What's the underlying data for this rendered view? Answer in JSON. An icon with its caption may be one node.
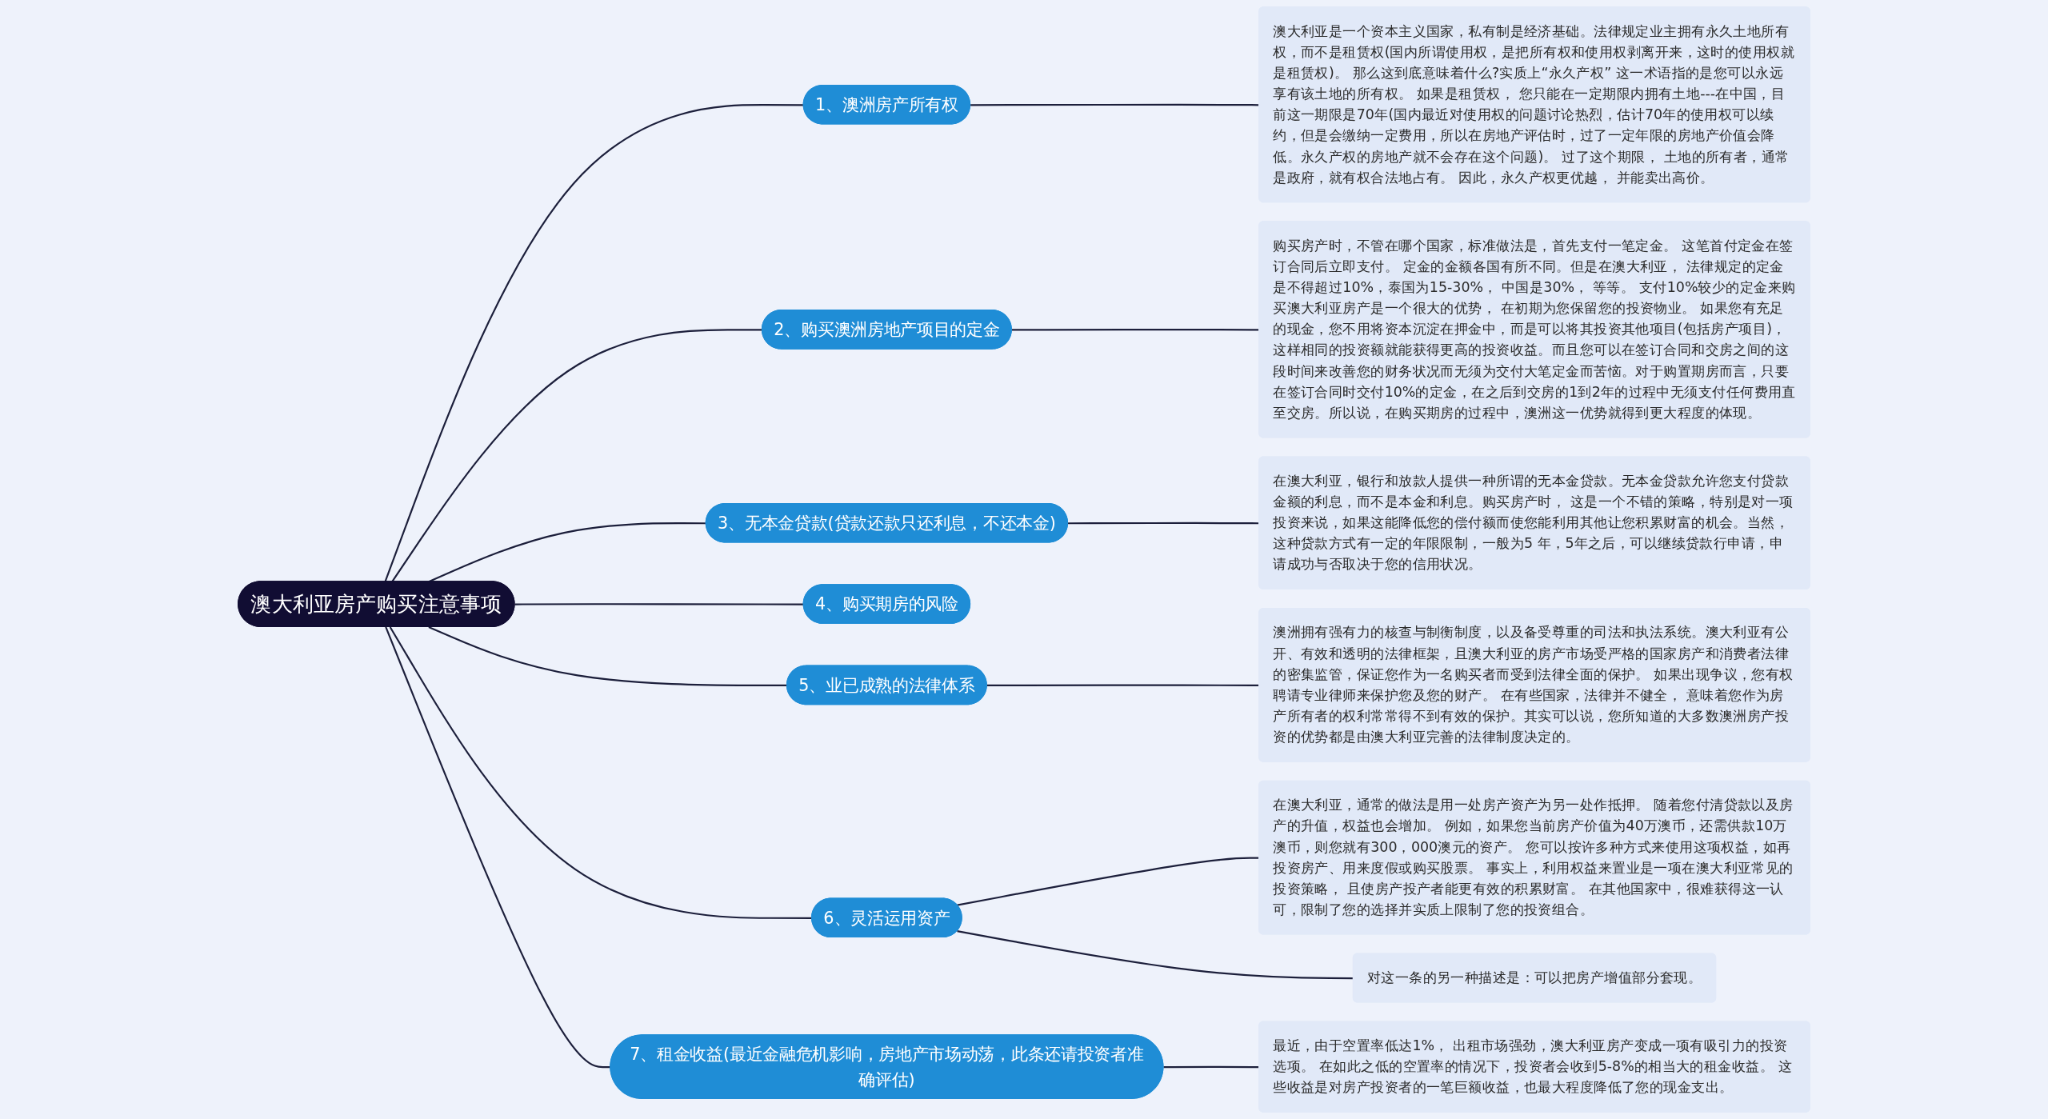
{
  "diagram": {
    "nodes": [
      {
        "text": [
          "澳大利亚房产购买注意事项"
        ]
      },
      {
        "text": [
          "1、澳洲房产所有权"
        ]
      },
      {
        "text": [
          "澳大利亚是一个资本主义国家，私有制是经济基础。法律规定业主拥有永久土地所有权，而不是租赁权(国内所谓使用权，是把所有权和使用权剥离开来，这时的使用权就是租赁权)。 那么这到底意味着什么?实质上“永久产权” 这一术语指的是您可以永远享有该土地的所有权。 如果是租赁权， 您只能在一定期限内拥有土地---在中国，目前这一期限是70年(国内最近对使用权的问题讨论热烈，估计70年的使用权可以续约，但是会缴纳一定费用，所以在房地产评估时，过了一定年限的房地产价值会降低。永久产权的房地产就不会存在这个问题)。 过了这个期限， 土地的所有者，通常是政府，就有权合法地占有。 因此，永久产权更优越， 并能卖出高价。"
        ]
      },
      {
        "text": [
          "2、购买澳洲房地产项目的定金"
        ]
      },
      {
        "text": [
          "购买房产时，不管在哪个国家，标准做法是，首先支付一笔定金。 这笔首付定金在签订合同后立即支付。 定金的金额各国有所不同。但是在澳大利亚， 法律规定的定金是不得超过10%，泰国为15-30%， 中国是30%， 等等。 支付10%较少的定金来购买澳大利亚房产是一个很大的优势， 在初期为您保留您的投资物业。 如果您有充足的现金，您不用将资本沉淀在押金中，而是可以将其投资其他项目(包括房产项目)，这样相同的投资额就能获得更高的投资收益。而且您可以在签订合同和交房之间的这段时间来改善您的财务状况而无须为交付大笔定金而苦恼。对于购置期房而言，只要在签订合同时交付10%的定金，在之后到交房的1到2年的过程中无须支付任何费用直至交房。所以说，在购买期房的过程中，澳洲这一优势就得到更大程度的体现。"
        ]
      },
      {
        "text": [
          "3、无本金贷款(贷款还款只还利息，不还本金)"
        ]
      },
      {
        "text": [
          "在澳大利亚，银行和放款人提供一种所谓的无本金贷款。无本金贷款允许您支付贷款金额的利息，而不是本金和利息。购买房产时， 这是一个不错的策略，特别是对一项投资来说，如果这能降低您的偿付额而使您能利用其他让您积累财富的机会。当然，这种贷款方式有一定的年限限制，一般为5 年，5年之后，可以继续贷款行申请，申请成功与否取决于您的信用状况。"
        ]
      },
      {
        "text": [
          "4、购买期房的风险"
        ]
      },
      {
        "text": [
          "5、业已成熟的法律体系"
        ]
      },
      {
        "text": [
          "澳洲拥有强有力的核查与制衡制度，以及备受尊重的司法和执法系统。澳大利亚有公开、有效和透明的法律框架，且澳大利亚的房产市场受严格的国家房产和消费者法律的密集监管，保证您作为一名购买者而受到法律全面的保护。 如果出现争议，您有权聘请专业律师来保护您及您的财产。 在有些国家，法律并不健全， 意味着您作为房产所有者的权利常常得不到有效的保护。其实可以说，您所知道的大多数澳洲房产投资的优势都是由澳大利亚完善的法律制度决定的。"
        ]
      },
      {
        "text": [
          "6、灵活运用资产"
        ]
      },
      {
        "text": [
          "在澳大利亚，通常的做法是用一处房产资产为另一处作抵押。 随着您付清贷款以及房产的升值，权益也会增加。 例如，如果您当前房产价值为40万澳币，还需供款10万澳币，则您就有300，000澳元的资产。 您可以按许多种方式来使用这项权益，如再投资房产、用来度假或购买股票。 事实上，利用权益来置业是一项在澳大利亚常见的投资策略， 且使房产投产者能更有效的积累财富。 在其他国家中，很难获得这一认可，限制了您的选择并实质上限制了您的投资组合。"
        ]
      },
      {
        "text": [
          "对这一条的另一种描述是：可以把房产增值部分套现。"
        ]
      },
      {
        "text": [
          "7、租金收益(最近金融危机影响，房地产市场动荡，此条还请投资者准确评估)"
        ]
      },
      {
        "text": [
          "最近，由于空置率低达1%， 出租市场强劲，澳大利亚房产变成一项有吸引力的投资选项。 在如此之低的空置率的情况下，投资者会收到5-8%的相当大的租金收益。 这些收益是对房产投资者的一笔巨额收益，也最大程度降低了您的现金支出。"
        ]
      }
    ],
    "edges": [
      {
        "from": 0,
        "to": 1,
        "arrow": "none"
      },
      {
        "from": 1,
        "to": 2,
        "arrow": "none"
      },
      {
        "from": 0,
        "to": 3,
        "arrow": "none"
      },
      {
        "from": 3,
        "to": 4,
        "arrow": "none"
      },
      {
        "from": 0,
        "to": 5,
        "arrow": "none"
      },
      {
        "from": 5,
        "to": 6,
        "arrow": "none"
      },
      {
        "from": 0,
        "to": 7,
        "arrow": "none"
      },
      {
        "from": 0,
        "to": 8,
        "arrow": "none"
      },
      {
        "from": 8,
        "to": 9,
        "arrow": "none"
      },
      {
        "from": 0,
        "to": 10,
        "arrow": "none"
      },
      {
        "from": 10,
        "to": 11,
        "arrow": "none"
      },
      {
        "from": 10,
        "to": 12,
        "arrow": "none"
      },
      {
        "from": 0,
        "to": 13,
        "arrow": "none"
      },
      {
        "from": 13,
        "to": 14,
        "arrow": "none"
      }
    ]
  }
}
